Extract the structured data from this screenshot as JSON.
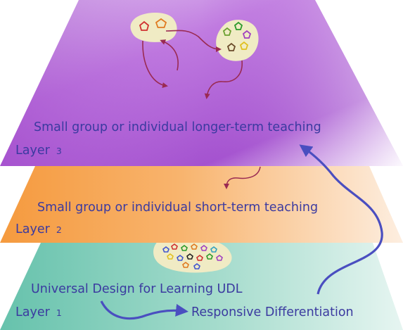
{
  "layers": [
    {
      "caption": "Small group or individual longer-term teaching",
      "label_word": "Layer",
      "label_num": "3"
    },
    {
      "caption": "Small group or individual short-term teaching",
      "label_word": "Layer",
      "label_num": "2"
    },
    {
      "caption": "Universal Design for Learning UDL",
      "label_word": "Layer",
      "label_num": "1"
    }
  ],
  "arrow_label": "Responsive Differentiation",
  "colors": {
    "layer3": "#a055cc",
    "layer2": "#f7a14a",
    "layer1": "#6ec6b0",
    "text": "#3b3aa0",
    "arrow_blue": "#4a4ec0",
    "arrow_maroon": "#9a2a52",
    "blob": "#f0ebc4"
  },
  "icons": [
    "pentagon-group-icon",
    "student-group-icon",
    "arrow-icon"
  ]
}
